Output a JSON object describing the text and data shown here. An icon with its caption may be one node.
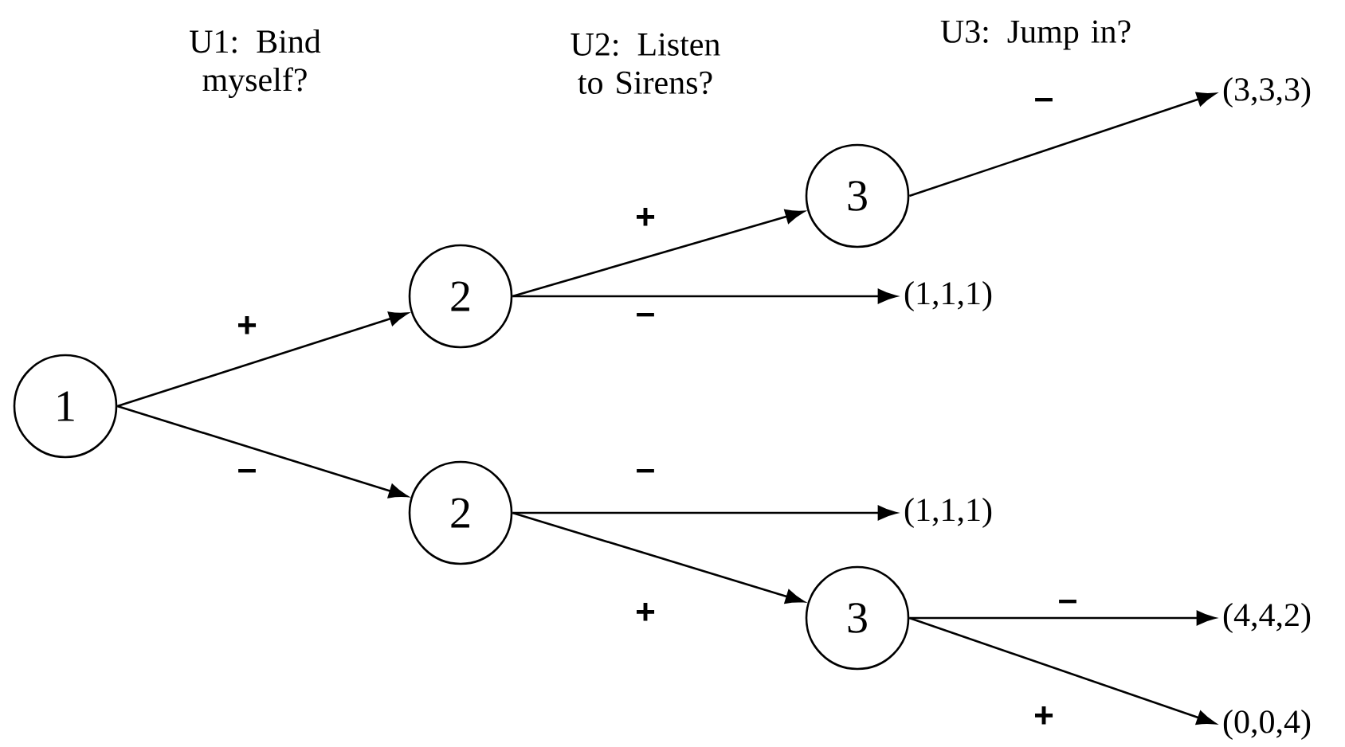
{
  "diagram": {
    "nodes": [
      {
        "text": [
          "1"
        ]
      },
      {
        "text": [
          "2"
        ]
      },
      {
        "text": [
          "2"
        ]
      },
      {
        "text": [
          "3"
        ]
      },
      {
        "text": [
          "(1,1,1)"
        ]
      },
      {
        "text": [
          "(3,3,3)"
        ]
      },
      {
        "text": [
          "(1,1,1)"
        ]
      },
      {
        "text": [
          "3"
        ]
      },
      {
        "text": [
          "(4,4,2)"
        ]
      },
      {
        "text": [
          "(0,0,4)"
        ]
      }
    ],
    "edges": [
      {
        "from": 0,
        "to": 1,
        "arrow": "to",
        "label": "+"
      },
      {
        "from": 0,
        "to": 2,
        "arrow": "to",
        "label": "–"
      },
      {
        "from": 1,
        "to": 3,
        "arrow": "to",
        "label": "+"
      },
      {
        "from": 1,
        "to": 4,
        "arrow": "to",
        "label": "–"
      },
      {
        "from": 3,
        "to": 5,
        "arrow": "to",
        "label": "–"
      },
      {
        "from": 2,
        "to": 6,
        "arrow": "to",
        "label": "–"
      },
      {
        "from": 2,
        "to": 7,
        "arrow": "to",
        "label": "+"
      },
      {
        "from": 7,
        "to": 8,
        "arrow": "to",
        "label": "–"
      },
      {
        "from": 7,
        "to": 9,
        "arrow": "to",
        "label": "+"
      }
    ],
    "labels": [
      "U1: Bind myself?",
      "U2: Listen to Sirens?",
      "U3: Jump in?"
    ]
  }
}
